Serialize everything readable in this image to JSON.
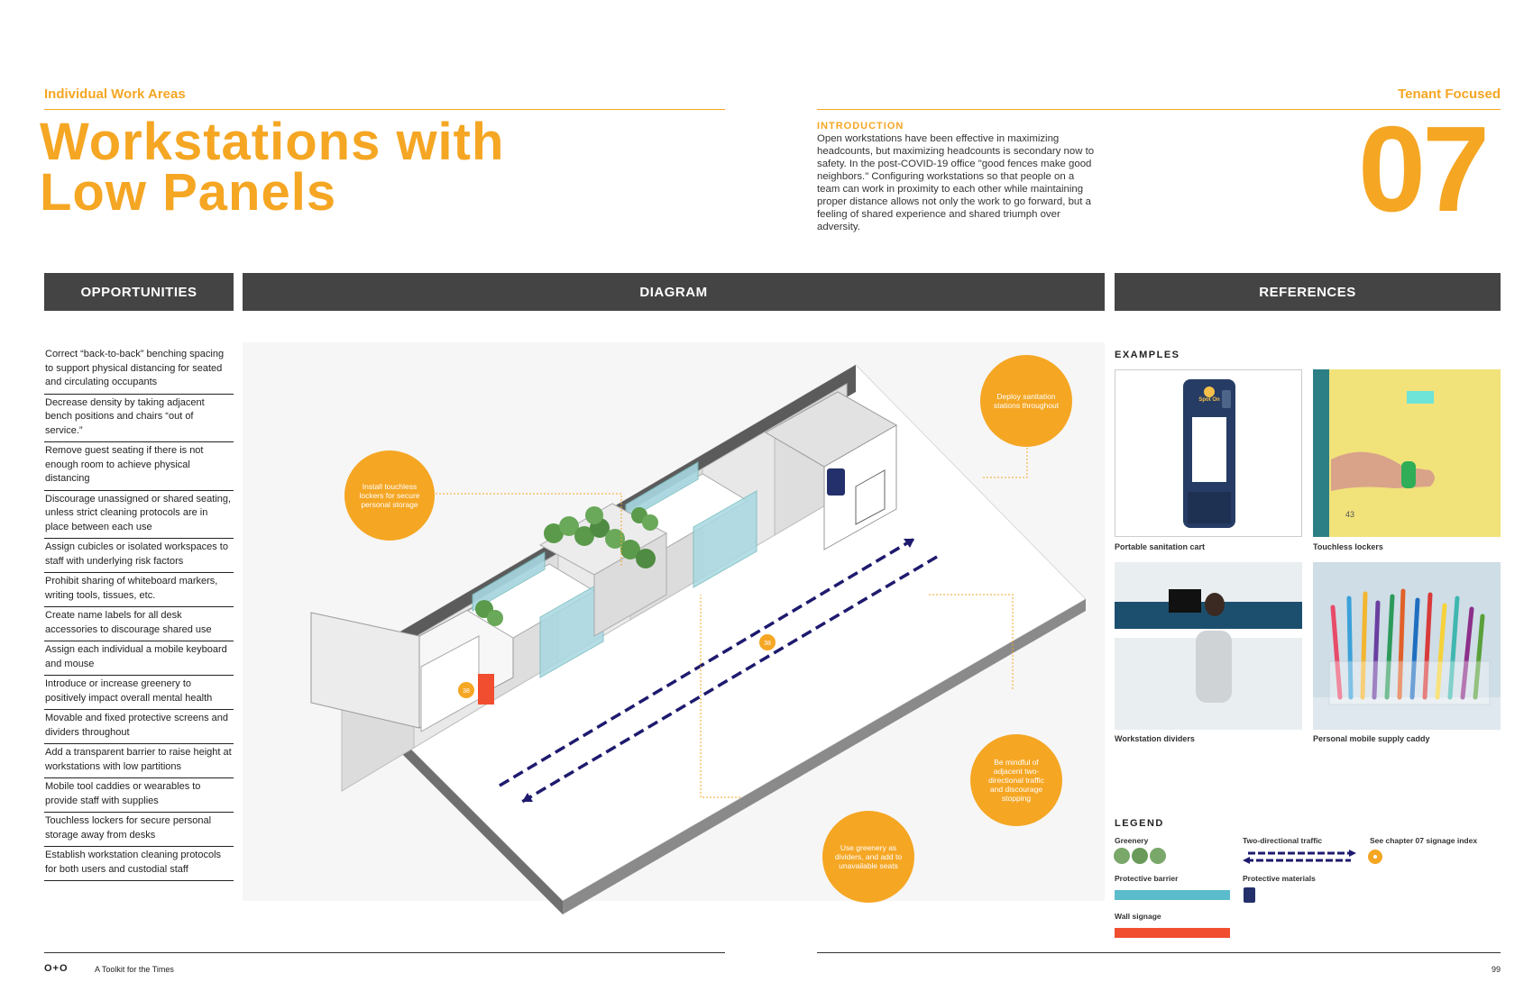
{
  "header": {
    "section_left": "Individual Work Areas",
    "section_right": "Tenant Focused",
    "title_line1": "Workstations with",
    "title_line2": "Low Panels",
    "intro_heading": "INTRODUCTION",
    "intro_text": "Open workstations have been effective in maximizing headcounts, but maximizing headcounts is secondary now to safety. In the post-COVID-19 office \"good fences make good neighbors.\" Configuring workstations so that people on a team can work in proximity to each other while maintaining proper distance allows not only the work to go forward, but a feeling of shared experience and shared triumph over adversity.",
    "chapter_number": "07"
  },
  "bars": {
    "opportunities": "OPPORTUNITIES",
    "diagram": "DIAGRAM",
    "references": "REFERENCES"
  },
  "opportunities": [
    "Correct “back-to-back” benching spacing to support physical distancing for seated and circulating occupants",
    "Decrease density by taking adjacent bench positions and chairs “out of service.”",
    "Remove guest seating if there is not enough room to achieve physical distancing",
    "Discourage unassigned or shared seating, unless strict cleaning protocols are in place between each use",
    "Assign cubicles or isolated workspaces to staff with underlying risk factors",
    "Prohibit sharing of whiteboard markers, writing tools, tissues, etc.",
    "Create name labels for all desk accessories to discourage shared use",
    "Assign each individual a mobile keyboard and mouse",
    "Introduce or increase greenery to positively impact overall mental health",
    "Movable and fixed protective screens and dividers throughout",
    "Add a transparent barrier to raise height at workstations with low partitions",
    "Mobile tool caddies or wearables to provide staff with supplies",
    "Touchless lockers for secure personal storage away from desks",
    "Establish workstation cleaning protocols for both users and custodial staff"
  ],
  "diagram": {
    "callouts": [
      "Install touchless lockers for secure personal storage",
      "Deploy sanitation stations throughout",
      "Be mindful of adjacent two-directional traffic and discourage stopping",
      "Use greenery as dividers, and add to unavailable seats"
    ],
    "badges": [
      "38",
      "38"
    ]
  },
  "references": {
    "examples_heading": "EXAMPLES",
    "captions": [
      "Portable sanitation cart",
      "Touchless lockers",
      "Workstation dividers",
      "Personal mobile supply caddy"
    ],
    "cart_label": "Spot On",
    "locker_number": "43",
    "legend_heading": "LEGEND",
    "legend": {
      "greenery": "Greenery",
      "two_dir": "Two-directional traffic",
      "signage_index": "See chapter 07 signage index",
      "barrier": "Protective barrier",
      "materials": "Protective materials",
      "wall_signage": "Wall signage"
    }
  },
  "colors": {
    "accent": "#f5a623",
    "bar": "#444444",
    "traffic": "#1e1a6e",
    "barrier": "#5bbccc",
    "signage": "#f04e2e",
    "greenery": "#5a9a4a"
  },
  "footer": {
    "logo": "O+O",
    "left_text": "A Toolkit for the Times",
    "page_number": "99"
  }
}
